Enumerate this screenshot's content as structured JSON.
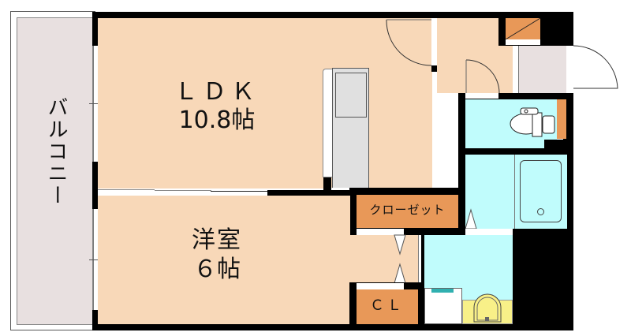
{
  "floorplan": {
    "rooms": {
      "ldk": {
        "name": "ＬＤＫ",
        "size": "10.8帖"
      },
      "bedroom": {
        "name": "洋室",
        "size": "６帖"
      },
      "closet": {
        "name": "クローゼット"
      },
      "cl": {
        "name": "ＣＬ"
      },
      "balcony": {
        "name": "バルコニー"
      }
    },
    "colors": {
      "floor": "#f8d8b8",
      "wet_area": "#c0fcfc",
      "storage": "#e89858",
      "balcony": "#e8e0e0",
      "wall": "#000000",
      "sink_counter": "#f8f088",
      "kitchen": "#e0e0e0"
    }
  }
}
